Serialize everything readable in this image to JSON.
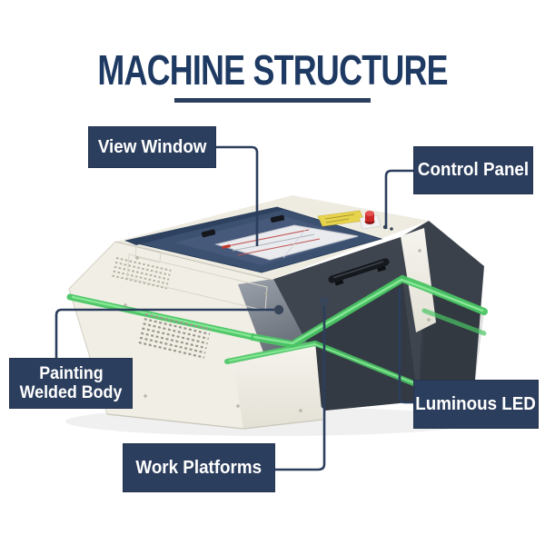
{
  "title": {
    "text": "MACHINE STRUCTURE"
  },
  "labels": {
    "view_window": {
      "text": "View Window"
    },
    "control_panel": {
      "text": "Control Panel"
    },
    "painting_welded_body": {
      "line1": "Painting",
      "line2": "Welded Body"
    },
    "luminous_led": {
      "text": "Luminous LED"
    },
    "work_platforms": {
      "text": "Work Platforms"
    }
  },
  "colors": {
    "title_navy": "#1e3a63",
    "label_bg": "#2c3e5d",
    "label_text": "#ffffff",
    "leader_navy": "#2c3e5d",
    "pointer_dot": "#39465a",
    "body_cream": "#f1eee5",
    "lid_navy": "#3c5070",
    "lid_inner": "#46597a",
    "door_gray": "#3e454f",
    "right_side_gray": "#3a414b",
    "bevel_gray": "#7d848e",
    "window_white": "#e9ebee",
    "led_green": "#49c563",
    "led_green_light": "#8ceb9b",
    "estop_red": "#c92626",
    "warning_yellow": "#e7d44d",
    "handle_black": "#15181d"
  },
  "machine": {
    "description": "laser engraving machine, front-left three-quarter view"
  }
}
